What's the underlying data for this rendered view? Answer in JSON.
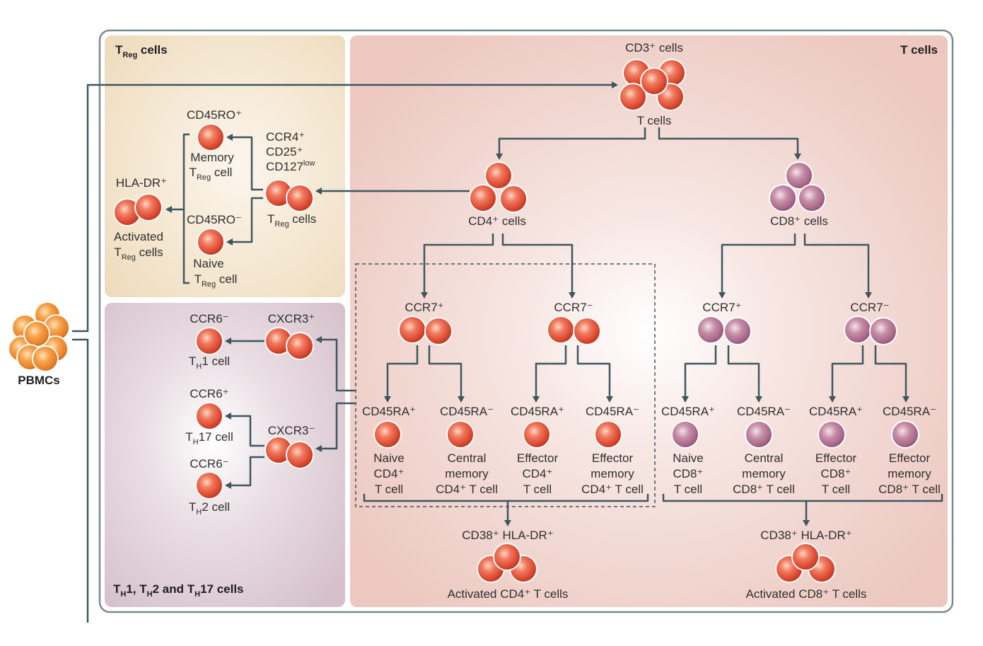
{
  "panels": {
    "treg_title": "T",
    "treg_title_sub": "Reg",
    "treg_title_rest": " cells",
    "tcells_title": "T cells",
    "th_title_a": "T",
    "th_title_a_sub": "H",
    "th_title_b": "1, T",
    "th_title_b_sub": "H",
    "th_title_c": "2 and T",
    "th_title_c_sub": "H",
    "th_title_d": "17 cells"
  },
  "pbmc": {
    "label": "PBMCs"
  },
  "cd3": {
    "label_top": "CD3⁺ cells",
    "label_bottom": "T cells"
  },
  "cd4": {
    "label": "CD4⁺ cells"
  },
  "cd8": {
    "label": "CD8⁺ cells"
  },
  "ccr7": {
    "cd4_pos": "CCR7⁺",
    "cd4_neg": "CCR7⁻",
    "cd8_pos": "CCR7⁺",
    "cd8_neg": "CCR7⁻"
  },
  "subsets": {
    "cd4": [
      {
        "marker": "CD45RA⁺",
        "line1": "Naive",
        "line2": "CD4⁺",
        "line3": "T cell"
      },
      {
        "marker": "CD45RA⁻",
        "line1": "Central",
        "line2": "memory",
        "line3": "CD4⁺ T cell"
      },
      {
        "marker": "CD45RA⁺",
        "line1": "Effector",
        "line2": "CD4⁺",
        "line3": "T cell"
      },
      {
        "marker": "CD45RA⁻",
        "line1": "Effector",
        "line2": "memory",
        "line3": "CD4⁺ T cell"
      }
    ],
    "cd8": [
      {
        "marker": "CD45RA⁺",
        "line1": "Naive",
        "line2": "CD8⁺",
        "line3": "T cell"
      },
      {
        "marker": "CD45RA⁻",
        "line1": "Central",
        "line2": "memory",
        "line3": "CD8⁺ T cell"
      },
      {
        "marker": "CD45RA⁺",
        "line1": "Effector",
        "line2": "CD8⁺",
        "line3": "T cell"
      },
      {
        "marker": "CD45RA⁻",
        "line1": "Effector",
        "line2": "memory",
        "line3": "CD8⁺ T cell"
      }
    ]
  },
  "activated": {
    "cd4_marker": "CD38⁺ HLA-DR⁺",
    "cd4_label": "Activated CD4⁺ T cells",
    "cd8_marker": "CD38⁺ HLA-DR⁺",
    "cd8_label": "Activated CD8⁺ T cells"
  },
  "treg": {
    "markers": [
      "CCR4⁺",
      "CD25⁺",
      "CD127"
    ],
    "cd127_sup": "low",
    "cells_label": "T",
    "cells_label_sub": "Reg",
    "cells_label_rest": " cells",
    "memory_marker": "CD45RO⁺",
    "memory_line1": "Memory",
    "memory_line2": "T",
    "memory_line2_sub": "Reg",
    "memory_line2_rest": " cell",
    "naive_marker": "CD45RO⁻",
    "naive_line1": "Naive",
    "naive_line2": "T",
    "naive_line2_sub": "Reg",
    "naive_line2_rest": " cell",
    "activated_marker": "HLA-DR⁺",
    "activated_line1": "Activated",
    "activated_line2": "T",
    "activated_line2_sub": "Reg",
    "activated_line2_rest": " cells"
  },
  "th": {
    "cxcr3_pos": "CXCR3⁺",
    "cxcr3_neg": "CXCR3⁻",
    "th1_marker": "CCR6⁻",
    "th1_label": "T",
    "th1_sub": "H",
    "th1_rest": "1 cell",
    "th17_marker": "CCR6⁺",
    "th17_label": "T",
    "th17_sub": "H",
    "th17_rest": "17 cell",
    "th2_marker": "CCR6⁻",
    "th2_label": "T",
    "th2_sub": "H",
    "th2_rest": "2 cell"
  },
  "colors": {
    "red_cell": "#e2553e",
    "orange_cell": "#f0913a",
    "purple_cell": "#b87a94",
    "arrow": "#3e5660",
    "treg_bg": "#f2e3ca",
    "th_bg": "#ddccd4",
    "t_bg": "#efcfc8"
  }
}
